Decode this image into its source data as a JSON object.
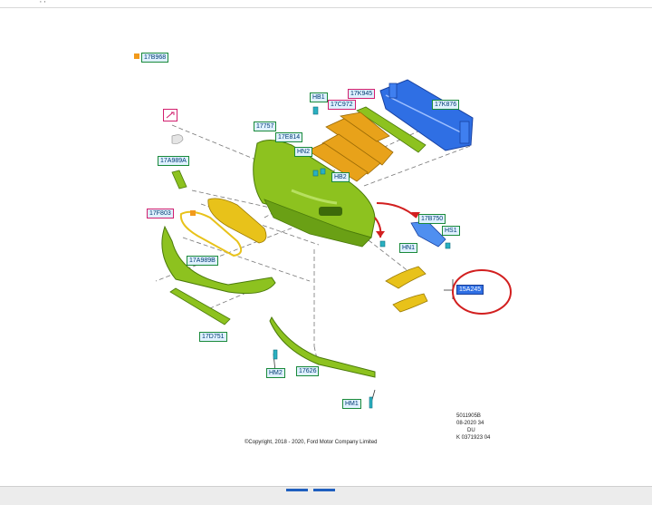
{
  "labels": {
    "l17B968": "17B968",
    "lHB1": "HB1",
    "l17K945": "17K945",
    "l17C972": "17C972",
    "l17K876": "17K876",
    "l17757": "17757",
    "l17E814": "17E814",
    "lHN2": "HN2",
    "lHB2": "HB2",
    "l17A989A": "17A989A",
    "l17F803": "17F803",
    "l17B750": "17B750",
    "lHS1": "HS1",
    "lHN1": "HN1",
    "l17A989B": "17A989B",
    "l15A245": "15A245",
    "l17D751": "17D751",
    "lHM2": "HM2",
    "l17626": "17626",
    "lHM1": "HM1"
  },
  "drawing_info": {
    "line1": "5011905B",
    "line2": "08-2020 34",
    "line3": "DU",
    "line4": "K 0371923 04"
  },
  "copyright": "©Copyright, 2018 - 2020, Ford Motor Company Limited",
  "colors": {
    "label_bg": "#dff1ff",
    "label_border": "#1a8a3a",
    "highlight": "#d21f6e",
    "selected": "#2f6fe4",
    "bumper_green": "#8dc21f",
    "bracket_orange": "#e8a21a",
    "beam_blue": "#2f6fe4",
    "circle_red": "#d21f1f"
  }
}
